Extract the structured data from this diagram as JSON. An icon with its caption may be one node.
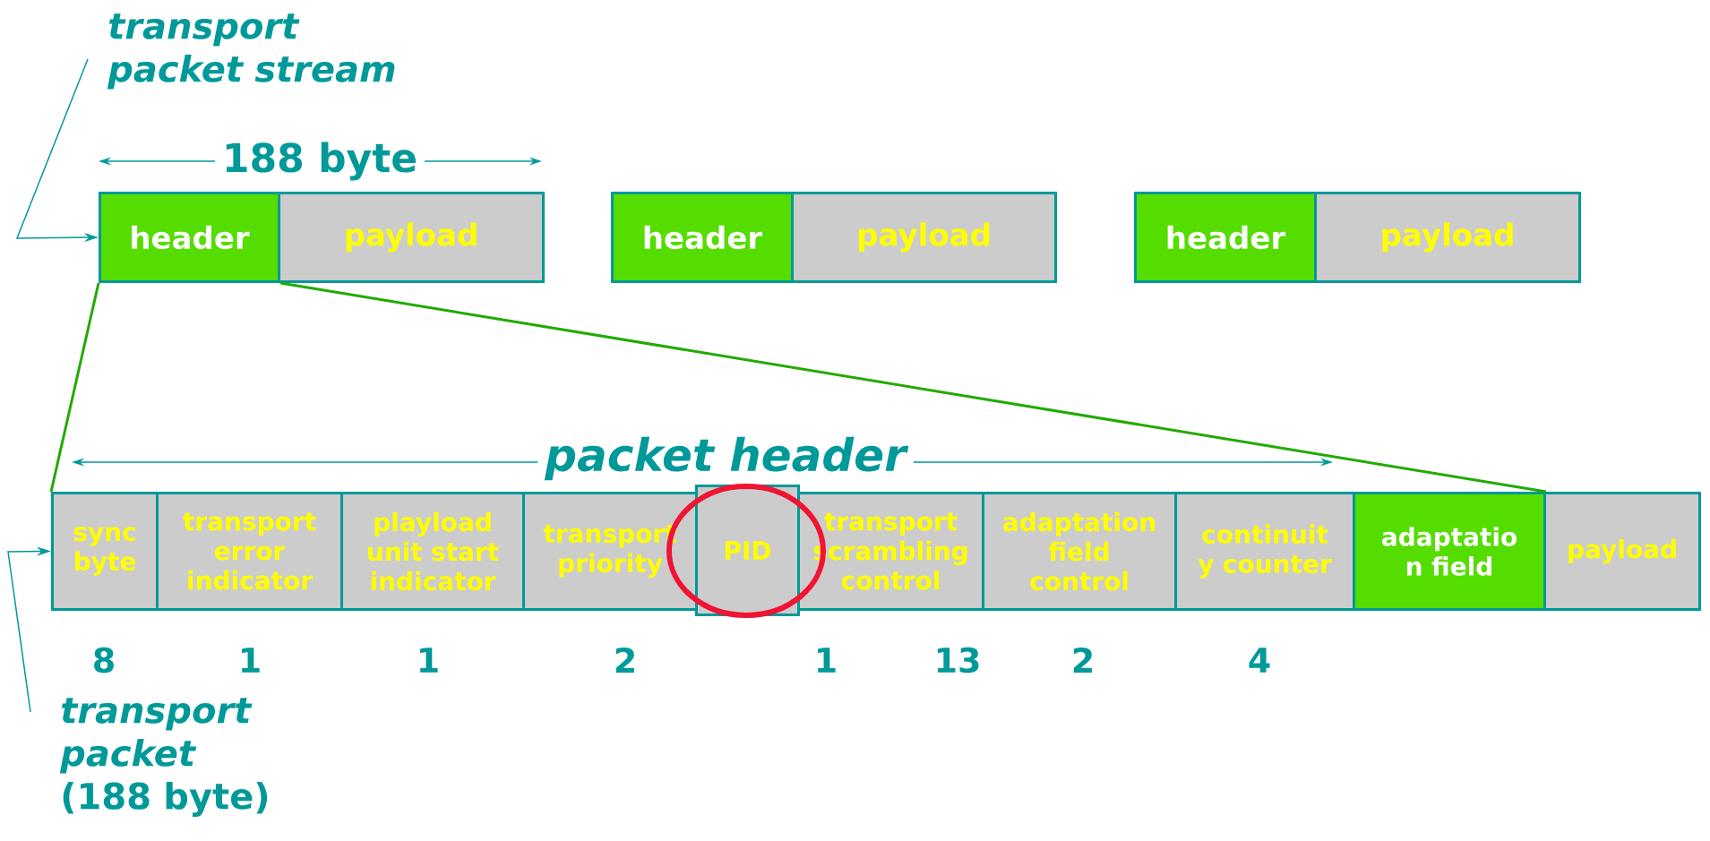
{
  "diagram": {
    "nodes": [
      {
        "text": [
          "transport packet stream"
        ]
      },
      {
        "text": [
          "header"
        ]
      },
      {
        "text": [
          "payload"
        ]
      },
      {
        "text": [
          "header"
        ]
      },
      {
        "text": [
          "payload"
        ]
      },
      {
        "text": [
          "header"
        ]
      },
      {
        "text": [
          "payload"
        ]
      },
      {
        "text": [
          "sync byte"
        ]
      },
      {
        "text": [
          "transport error indicator"
        ]
      },
      {
        "text": [
          "playload unit start indicator"
        ]
      },
      {
        "text": [
          "transport priority"
        ]
      },
      {
        "text": [
          "PID"
        ]
      },
      {
        "text": [
          "transport scrambling control"
        ]
      },
      {
        "text": [
          "adaptation field control"
        ]
      },
      {
        "text": [
          "continuit y counter"
        ]
      },
      {
        "text": [
          "adaptatio n field"
        ]
      },
      {
        "text": [
          "payload"
        ]
      },
      {
        "text": [
          "*transport packet* (188 byte)"
        ]
      }
    ],
    "edges": [
      {
        "from": 0,
        "to": 1,
        "arrow": "to"
      },
      {
        "from": 1,
        "to": 7,
        "arrow": "none",
        "color": "#22aa00"
      },
      {
        "from": 1,
        "to": 15,
        "arrow": "none",
        "color": "#22aa00"
      },
      {
        "from": 17,
        "to": 7,
        "arrow": "to"
      }
    ],
    "labels": [
      "188 byte",
      "packet header",
      "8",
      "1",
      "1",
      "2",
      "1",
      "13",
      "2",
      "4"
    ]
  }
}
